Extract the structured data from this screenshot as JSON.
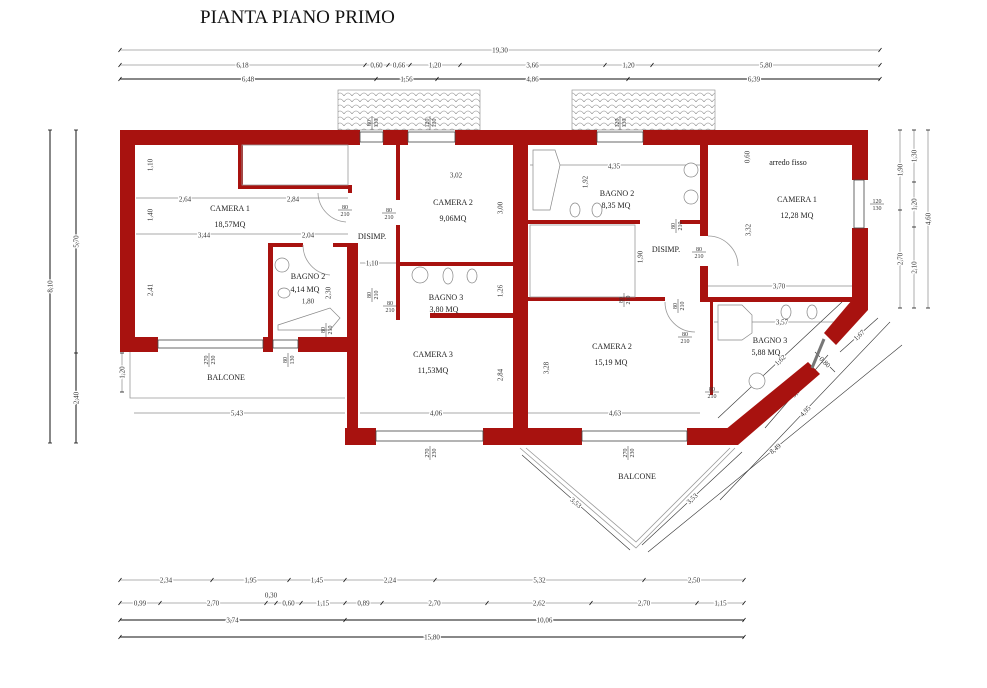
{
  "title": "PIANTA PIANO PRIMO",
  "colors": {
    "wall": "#a8120f",
    "dimension_line": "#333333",
    "background": "#ffffff"
  },
  "dimensions": {
    "top": [
      [
        "19,30"
      ],
      [
        "6,18",
        "0,60",
        "0,66",
        "1,20",
        "3,66",
        "1,20",
        "5,80"
      ],
      [
        "6,48",
        "1,56",
        "4,86",
        "6,39"
      ]
    ],
    "bottom": [
      [
        "2,34",
        "1,95",
        "1,45",
        "2,24",
        "5,32",
        "2,50"
      ],
      [
        "0,99",
        "2,70",
        "0,30",
        "0,60",
        "1,15",
        "0,89",
        "2,70",
        "2,62",
        "2,70",
        "1,15"
      ],
      [
        "3,74",
        "10,06"
      ],
      [
        "15,80"
      ]
    ],
    "left": {
      "total": "8,10",
      "upper": "5,70",
      "lower": "2,40",
      "balcony": "1,20"
    },
    "right": {
      "a": "1,90",
      "b": "2,70",
      "c": "1,30",
      "d": "1,20",
      "e": "2,10",
      "total": "4,60"
    },
    "diagonal": [
      "1,62",
      "1,67",
      "0,80",
      "3,50",
      "4,95",
      "8,49",
      "3,53",
      "3,53"
    ],
    "interior": [
      "1,10",
      "2,64",
      "2,84",
      "1,40",
      "3,44",
      "2,04",
      "2,41",
      "1,10",
      "2,30",
      "1,80",
      "3,02",
      "3,00",
      "1,26",
      "2,84",
      "4,06",
      "5,43",
      "4,35",
      "1,92",
      "1,90",
      "3,28",
      "4,63",
      "0,60",
      "3,32",
      "3,70",
      "3,57"
    ]
  },
  "rooms": [
    {
      "name": "CAMERA 1",
      "area": "18,57MQ"
    },
    {
      "name": "CAMERA 2",
      "area": "9,06MQ"
    },
    {
      "name": "DISIMP.",
      "area": ""
    },
    {
      "name": "BAGNO 2",
      "area": "4,14 MQ"
    },
    {
      "name": "BAGNO 3",
      "area": "3,80 MQ"
    },
    {
      "name": "CAMERA 3",
      "area": "11,53MQ"
    },
    {
      "name": "BALCONE",
      "area": ""
    },
    {
      "name": "BAGNO 2",
      "area": "8,35 MQ"
    },
    {
      "name": "DISIMP.",
      "area": ""
    },
    {
      "name": "CAMERA 2",
      "area": "15,19 MQ"
    },
    {
      "name": "CAMERA 1",
      "area": "12,28 MQ"
    },
    {
      "name": "BAGNO 3",
      "area": "5,88 MQ"
    },
    {
      "name": "BALCONE",
      "area": ""
    }
  ],
  "notes": {
    "fixed_furniture": "arredo fisso"
  },
  "openings": {
    "door": {
      "w": "80",
      "h": "210"
    },
    "window_large": {
      "w": "270",
      "h": "230"
    },
    "window_small": {
      "w": "80",
      "h": "130"
    },
    "window_medium": {
      "w": "120",
      "h": "130"
    }
  }
}
